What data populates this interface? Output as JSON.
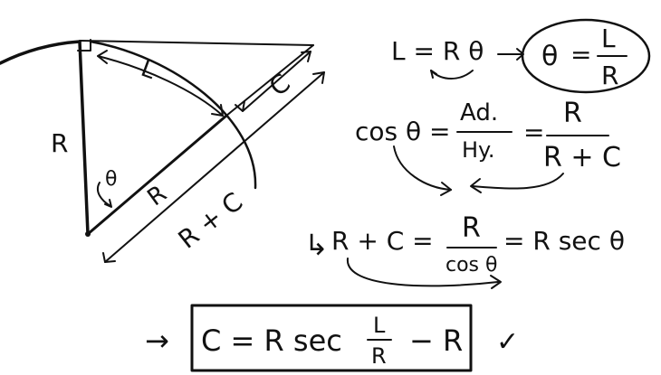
{
  "diagram": {
    "label_L": "L",
    "label_C": "C",
    "label_R_left": "R",
    "label_R_inner": "R",
    "label_theta": "θ",
    "label_R_plus_C": "R + C"
  },
  "notes": {
    "line1": "L = R θ",
    "circled_theta": "θ",
    "circled_eq": "=",
    "circled_num": "L",
    "circled_den": "R",
    "cos_lhs": "cos θ =",
    "ad": "Ad.",
    "hy": "Hy.",
    "eq2": "=",
    "frac2_num": "R",
    "frac2_den": "R + C",
    "arrow_prefix": "↳",
    "line3_lhs": "R + C =",
    "line3_num": "R",
    "line3_den": "cos θ",
    "line3_rhs": "= R sec θ",
    "final_arrow": "→",
    "final_lhs": "C = R sec",
    "final_num": "L",
    "final_den": "R",
    "final_tail": "− R",
    "check": "✓"
  }
}
